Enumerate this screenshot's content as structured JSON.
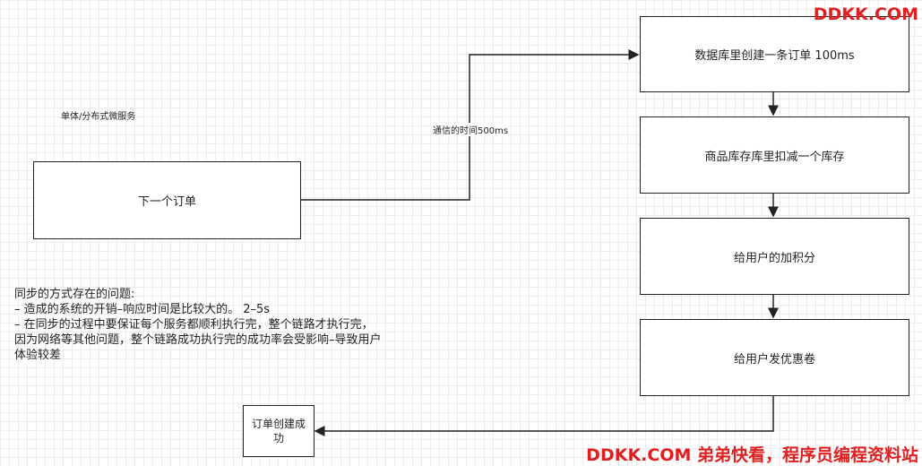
{
  "diagram": {
    "top_label": "单体/分布式微服务",
    "order_box": "下一个订单",
    "edge_label": "通信的时间500ms",
    "steps": [
      "数据库里创建一条订单 100ms",
      "商品库存库里扣减一个库存",
      "给用户的加积分",
      "给用户发优惠卷"
    ],
    "result_box": "订单创建成功"
  },
  "notes": [
    "同步的方式存在的问题:",
    "– 造成的系统的开销–响应时间是比较大的。 2–5s",
    "– 在同步的过程中要保证每个服务都顺利执行完，整个链路才执行完，",
    "因为网络等其他问题，整个链路成功执行完的成功率会受影响–导致用户",
    "体验较差"
  ],
  "watermark": {
    "top": "DDKK.COM",
    "bottom": "DDKK.COM 弟弟快看，程序员编程资料站"
  }
}
